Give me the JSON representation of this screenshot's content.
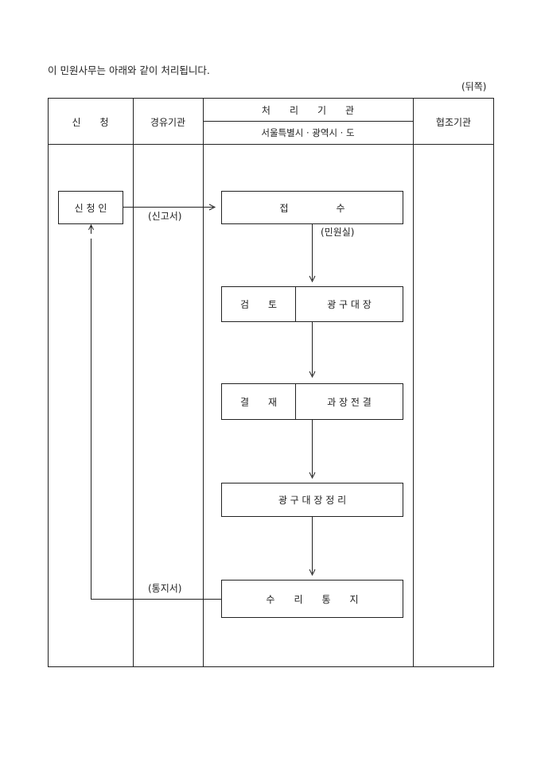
{
  "intro": "이 민원사무는 아래와 같이 처리됩니다.",
  "page_side": "(뒤쪽)",
  "headers": {
    "applicant": "신　　청",
    "via": "경유기관",
    "processing": "처　　리　　기　　관",
    "processing_sub": "서울특별시 · 광역시 · 도",
    "cooperating": "협조기관"
  },
  "flow": {
    "applicant_box": "신 청 인",
    "submit_label": "(신고서)",
    "receive_box": "접　　　　　수",
    "receive_office": "(민원실)",
    "review_left": "검　　토",
    "review_right": "광 구 대 장",
    "approve_left": "결　　재",
    "approve_right": "과 장 전 결",
    "register_box": "광 구 대 장 정 리",
    "notice_box": "수　　리　　통　　지",
    "notice_label": "(통지서)"
  }
}
